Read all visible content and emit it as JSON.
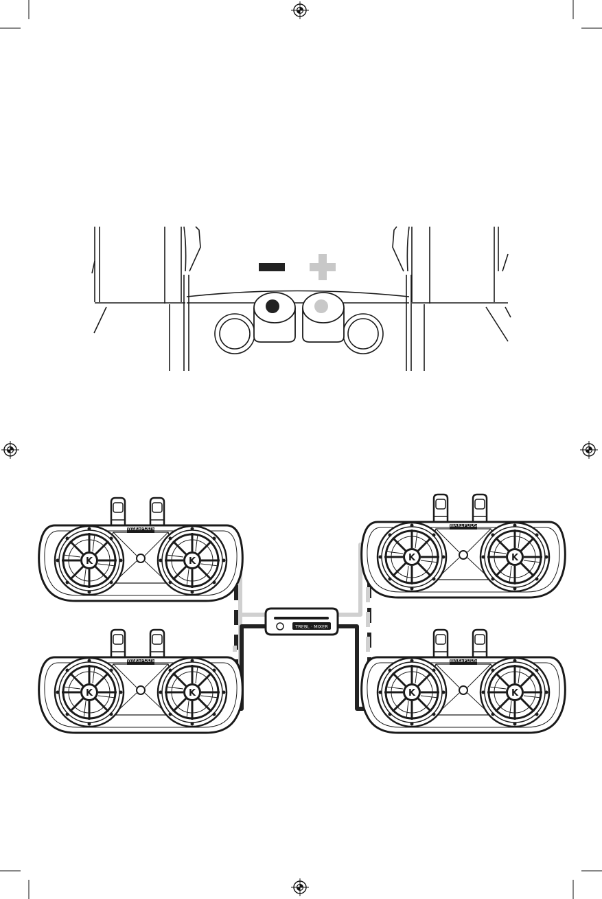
{
  "terminal_panel": {
    "negative_symbol": "−",
    "positive_symbol": "+",
    "colors": {
      "negative": "#222222",
      "positive": "#c8c8c8"
    }
  },
  "system_diagram": {
    "speaker_logo_text": "WAKEPODS",
    "speaker_badge_letter": "K",
    "amplifier_label": "TREBL · MIXER",
    "colors": {
      "wire_light": "#d0d0d0",
      "wire_dark": "#222222",
      "outline": "#1a1a1a"
    }
  }
}
